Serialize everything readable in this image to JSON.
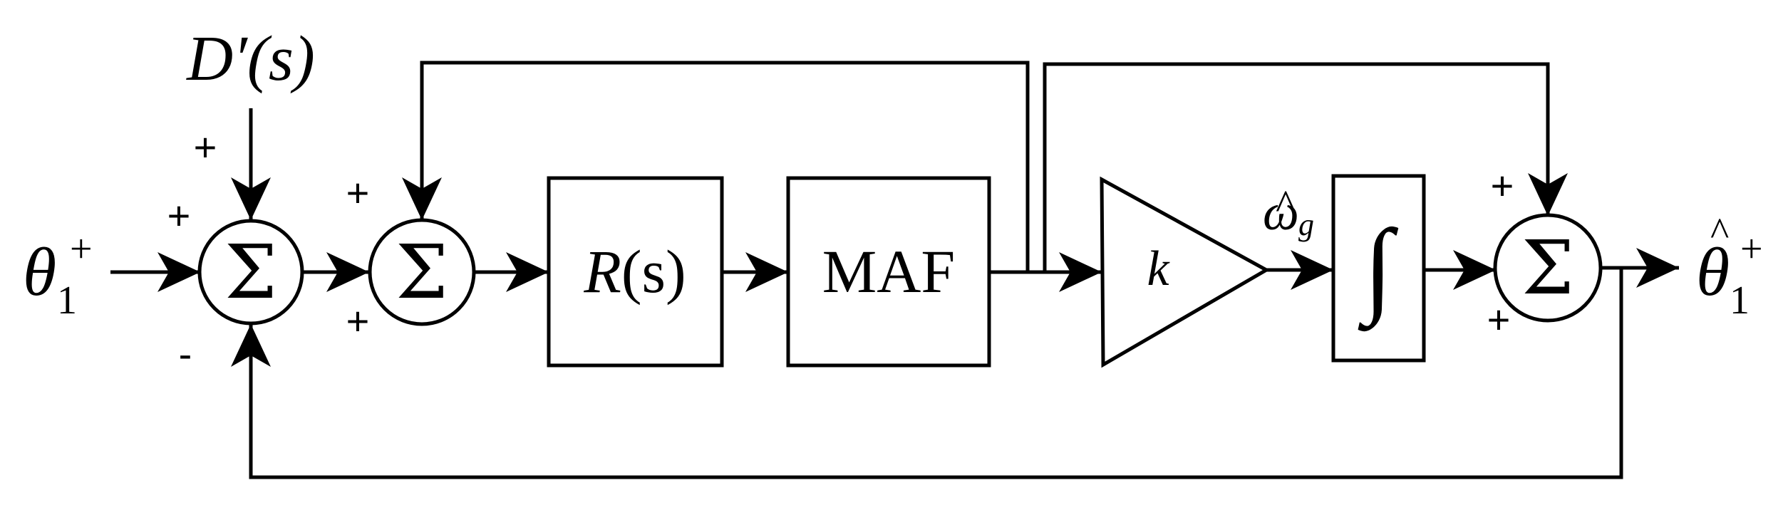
{
  "inputs": {
    "theta": {
      "base": "θ",
      "sub": "1",
      "sup": "+"
    },
    "disturbance": {
      "name": "D′",
      "arg": "(s)"
    }
  },
  "output": {
    "base": "θ",
    "hat": "^",
    "sub": "1",
    "sup": "+"
  },
  "summers": {
    "symbol": "Σ",
    "s1": {
      "top_sign": "+",
      "left_sign": "+",
      "bottom_sign": "-"
    },
    "s2": {
      "top_sign": "+",
      "bottom_sign": "+"
    },
    "s3": {
      "top_sign": "+",
      "bottom_sign": "+"
    }
  },
  "blocks": {
    "controller": {
      "name": "R",
      "arg": "(s)"
    },
    "filter": {
      "label": "MAF"
    },
    "gain": {
      "label": "k"
    },
    "integrator": {
      "symbol": "∫"
    }
  },
  "signals": {
    "omega": {
      "base": "ω",
      "hat": "^",
      "sub": "g"
    }
  }
}
